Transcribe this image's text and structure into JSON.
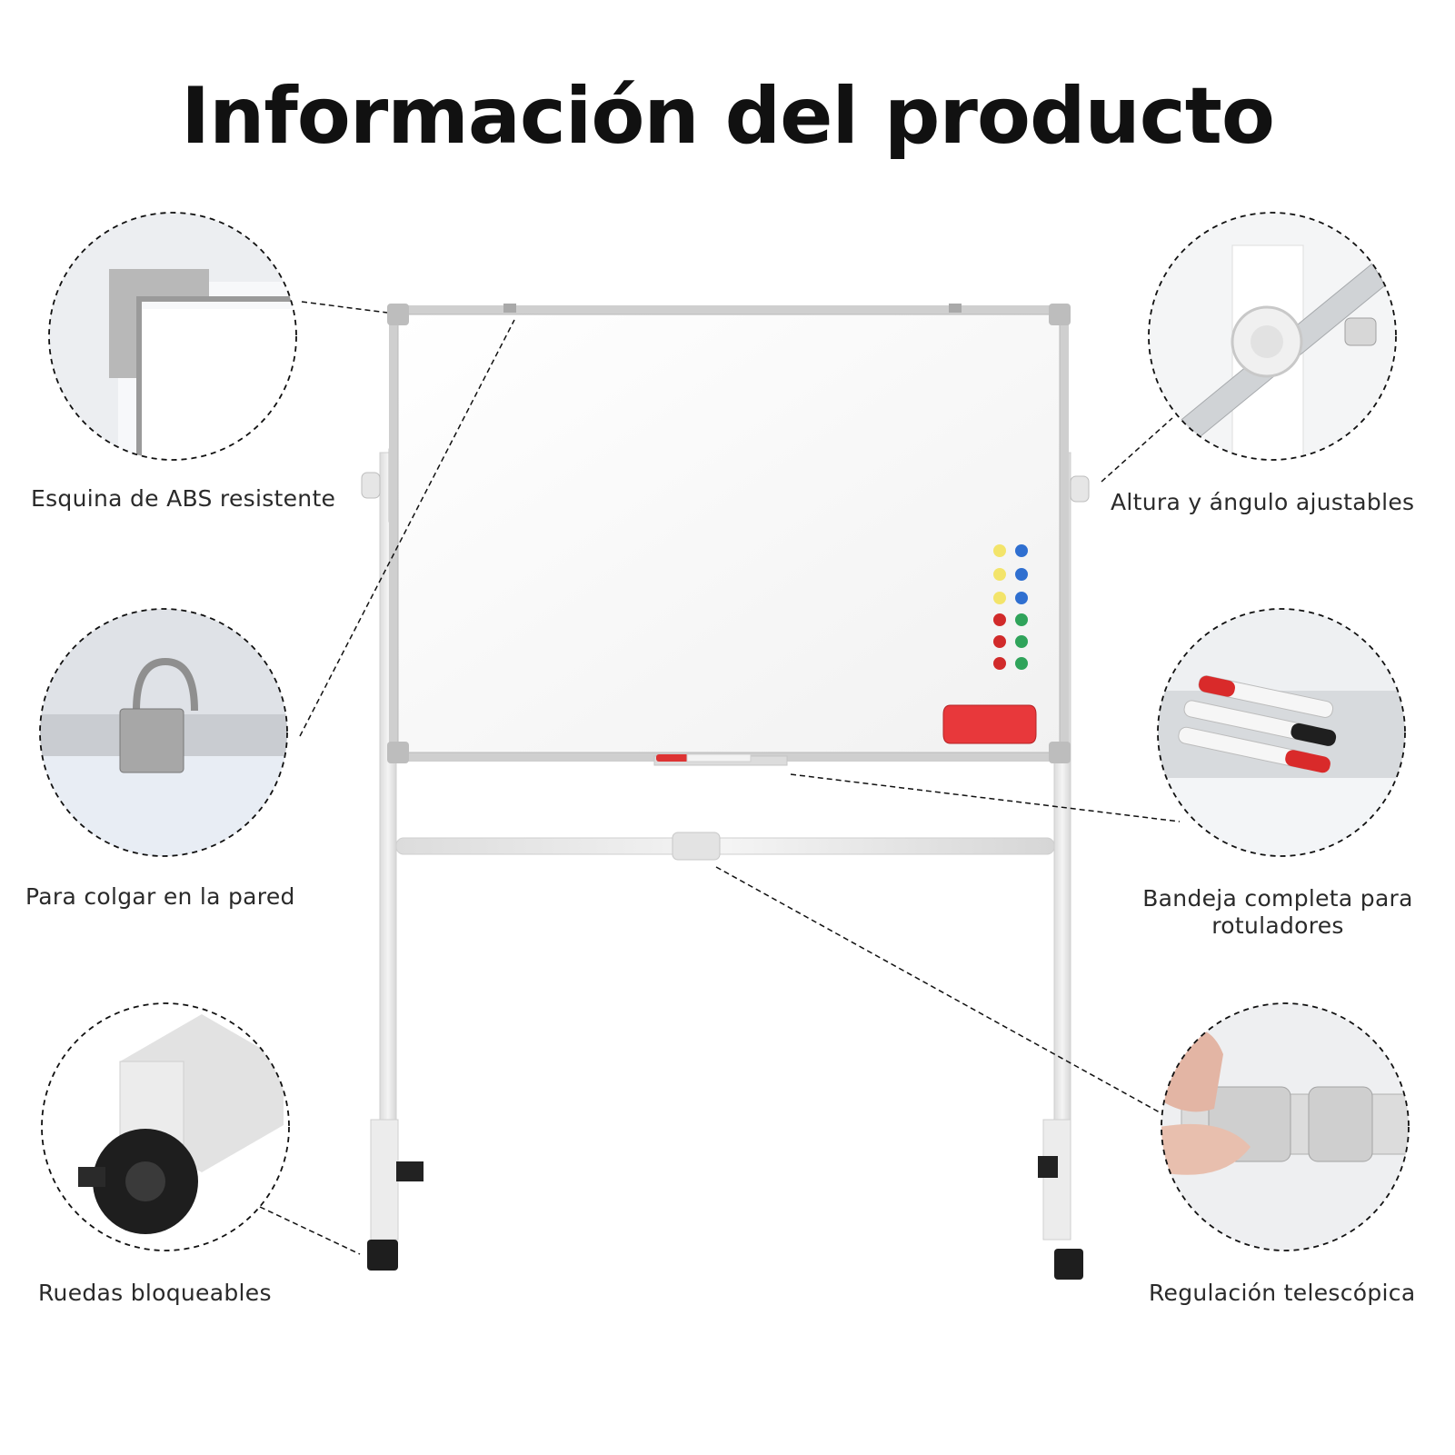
{
  "title": "Información del producto",
  "features": [
    {
      "label": "Esquina de ABS resistente",
      "icon": "abs-corner-icon"
    },
    {
      "label": "Para colgar en la pared",
      "icon": "wall-hook-icon"
    },
    {
      "label": "Ruedas bloqueables",
      "icon": "locking-wheel-icon"
    },
    {
      "label": "Altura y ángulo ajustables",
      "icon": "adjustment-knob-icon"
    },
    {
      "label": "Bandeja completa para rotuladores",
      "icon": "marker-tray-icon"
    },
    {
      "label": "Regulación telescópica",
      "icon": "telescopic-tube-icon"
    }
  ],
  "colors": {
    "frame": "#c9c9c9",
    "board": "#fdfdfd",
    "stand": "#e9e9e9",
    "eraser": "#e8383b",
    "magnet_yellow": "#f3e46a",
    "magnet_blue": "#2f6fd0",
    "magnet_red": "#d12a2a",
    "magnet_green": "#2fa35a"
  }
}
